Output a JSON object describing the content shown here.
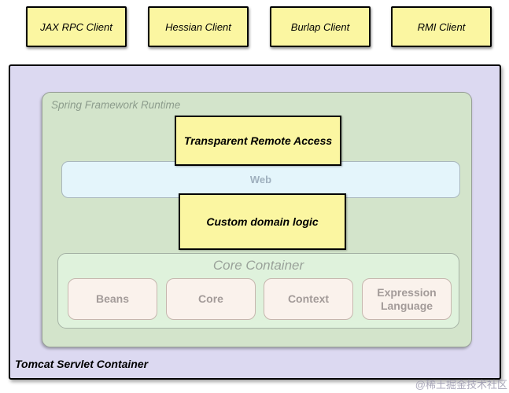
{
  "clients": [
    {
      "label": "JAX RPC Client"
    },
    {
      "label": "Hessian Client"
    },
    {
      "label": "Burlap Client"
    },
    {
      "label": "RMI Client"
    }
  ],
  "container": {
    "label": "Tomcat Servlet Container",
    "runtime": {
      "label": "Spring Framework Runtime",
      "remote_access": "Transparent Remote Access",
      "web": "Web",
      "domain_logic": "Custom domain logic",
      "core_container": {
        "label": "Core Container",
        "modules": [
          {
            "label": "Beans"
          },
          {
            "label": "Core"
          },
          {
            "label": "Context"
          },
          {
            "label": "Expression Language"
          }
        ]
      }
    }
  },
  "watermark": "@稀土掘金技术社区",
  "colors": {
    "client_fill": "#FBF6A1",
    "container_fill": "#DCD9F1",
    "runtime_fill": "#D3E4CB",
    "web_fill": "#E4F5FB",
    "core_container_fill": "#DFF2DC",
    "module_fill": "#FAF2EC",
    "border": "#000000",
    "muted_text": "#9AA29A"
  }
}
